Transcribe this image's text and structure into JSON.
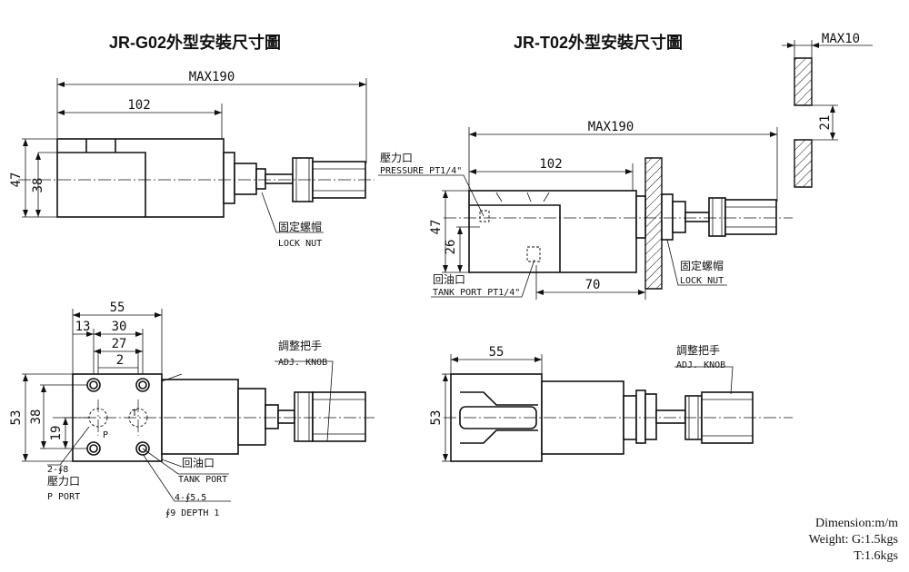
{
  "titles": {
    "g02": "JR-G02外型安裝尺寸圖",
    "t02": "JR-T02外型安裝尺寸圖"
  },
  "g02_side": {
    "dim_max": "MAX190",
    "dim_102": "102",
    "dim_47": "47",
    "dim_38": "38",
    "lock_nut_cn": "固定螺帽",
    "lock_nut_en": "LOCK NUT"
  },
  "g02_top": {
    "dim_55": "55",
    "dim_13": "13",
    "dim_30": "30",
    "dim_27": "27",
    "dim_2": "2",
    "dim_53": "53",
    "dim_38": "38",
    "dim_19": "19",
    "port_t": "T",
    "port_p": "P",
    "knob_cn": "調整把手",
    "knob_en": "ADJ. KNOB",
    "tank_cn": "回油口",
    "tank_en": "TANK PORT",
    "p_note": "2-∮8",
    "p_cn": "壓力口",
    "p_en": "P PORT",
    "hole_note1": "4-∮5.5",
    "hole_note2": "∮9 DEPTH 1"
  },
  "t02_side": {
    "pressure_cn": "壓力口",
    "pressure_en": "PRESSURE PT1/4\"",
    "dim_max": "MAX190",
    "dim_102": "102",
    "dim_47": "47",
    "dim_26": "26",
    "dim_70": "70",
    "tank_cn": "回油口",
    "tank_en": "TANK PORT PT1/4\"",
    "lock_nut_cn": "固定螺帽",
    "lock_nut_en": "LOCK NUT"
  },
  "t02_panel": {
    "dim_max10": "MAX10",
    "dim_21": "21"
  },
  "t02_top": {
    "dim_55": "55",
    "dim_53": "53",
    "knob_cn": "調整把手",
    "knob_en": "ADJ. KNOB"
  },
  "specs": {
    "dimension": "Dimension:m/m",
    "weight": "Weight: G:1.5kgs",
    "weight_t": "T:1.6kgs"
  }
}
